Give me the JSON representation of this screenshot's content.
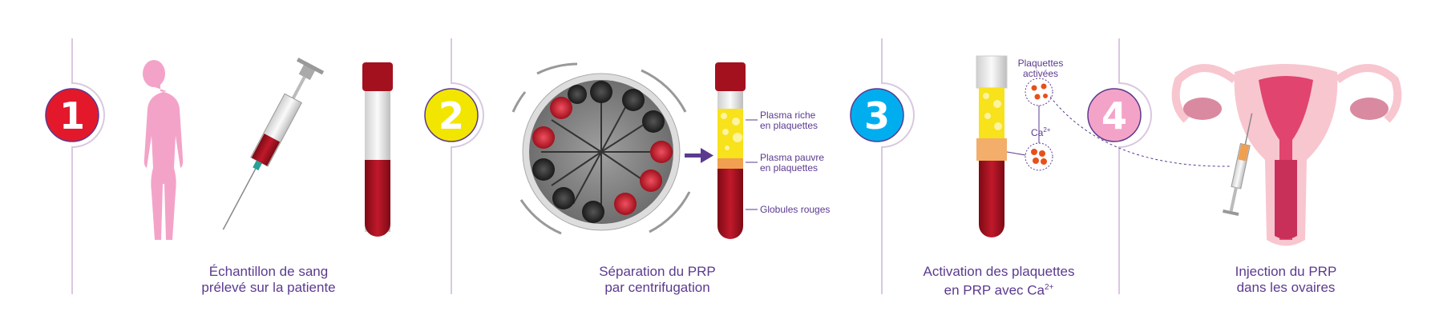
{
  "steps": [
    {
      "number": "1",
      "color": "#e3192b",
      "caption_line1": "Échantillon de sang",
      "caption_line2": "prélevé sur la patiente"
    },
    {
      "number": "2",
      "color": "#f2e500",
      "caption_line1": "Séparation du PRP",
      "caption_line2": "par centrifugation"
    },
    {
      "number": "3",
      "color": "#00aeef",
      "caption_line1": "Activation des plaquettes",
      "caption_line2": "en PRP avec Ca",
      "caption_sup": "2+"
    },
    {
      "number": "4",
      "color": "#f4a3c8",
      "caption_line1": "Injection du PRP",
      "caption_line2": "dans les ovaires"
    }
  ],
  "tube_labels": {
    "prp_rich_1": "Plasma riche",
    "prp_rich_2": "en plaquettes",
    "prp_poor_1": "Plasma pauvre",
    "prp_poor_2": "en plaquettes",
    "rbc": "Globules rouges"
  },
  "activation_labels": {
    "activated_1": "Plaquettes",
    "activated_2": "activées",
    "calcium": "Ca",
    "calcium_sup": "2+"
  },
  "colors": {
    "text": "#5b3a8f",
    "divider": "#d9c8e0",
    "blood": "#a3111f",
    "plasma": "#f7e21b",
    "pink": "#f4a3c8"
  }
}
